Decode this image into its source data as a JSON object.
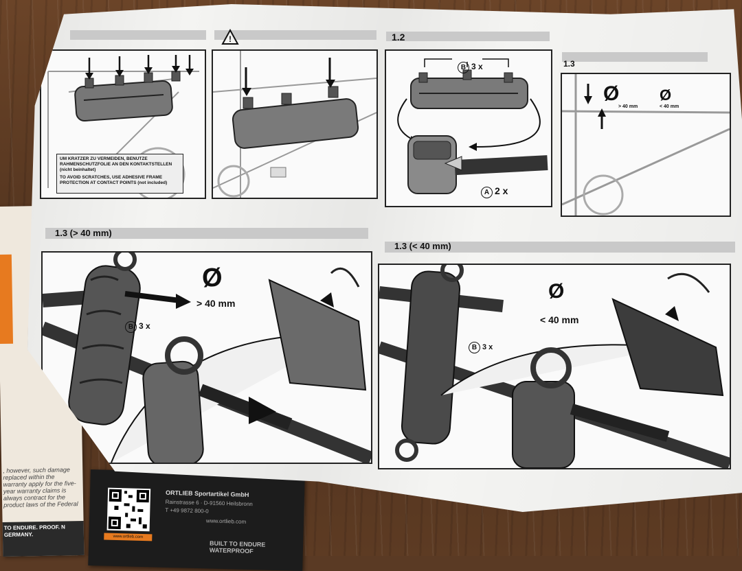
{
  "steps": {
    "s12": "1.2",
    "s13": "1.3",
    "s13_gt": "1.3  (> 40 mm)",
    "s13_lt": "1.3  (< 40 mm)"
  },
  "warning": {
    "de": "UM KRATZER ZU VERMEIDEN, BENUTZE RAHMENSCHUTZFOLIE AN DEN KONTAKTSTELLEN (nicht beinhaltet)",
    "en": "TO AVOID SCRATCHES, USE ADHESIVE FRAME PROTECTION AT CONTACT POINTS (not included)"
  },
  "labels": {
    "b_letter": "B",
    "a_letter": "A",
    "b3x": "3 x",
    "a2x": "2 x",
    "diameter": "Ø",
    "gt40": "> 40 mm",
    "lt40": "< 40 mm",
    "gt40_small": "> 40 mm",
    "lt40_small": "< 40 mm",
    "b3x_small": "3 x",
    "warn_symbol": "!"
  },
  "left_card": {
    "copy": ", however, such damage replaced within the warranty apply for the five-year warranty claims is always contract for the product laws of the Federal",
    "footer": "TO ENDURE. PROOF. N GERMANY."
  },
  "biz_card": {
    "company": "ORTLIEB Sportartikel GmbH",
    "address": "Rainstrasse 6 · D-91560 Heilsbronn",
    "tel": "T +49 9872 800-0",
    "web": "www.ortlieb.com",
    "slogan": "BUILT TO ENDURE WATERPROOF",
    "qr_brand": "www.ortlieb.com"
  },
  "colors": {
    "accent": "#e77a1f",
    "paper": "#f4f4f2",
    "ink": "#222222"
  }
}
